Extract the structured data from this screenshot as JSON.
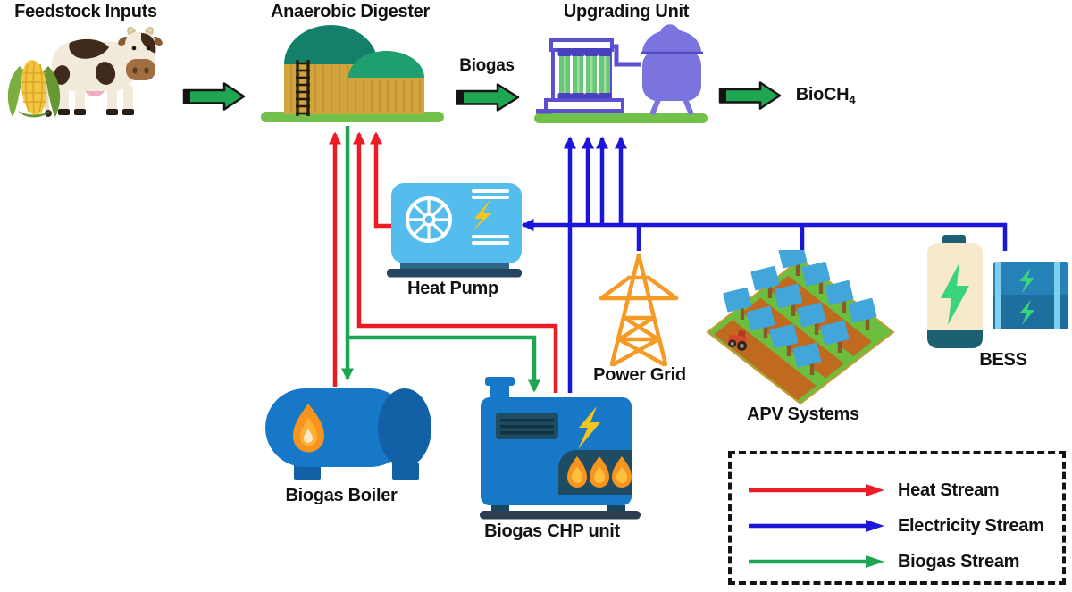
{
  "nodes": {
    "feedstock": {
      "label": "Feedstock Inputs",
      "icons": [
        "corn-icon",
        "cow-icon"
      ]
    },
    "digester": {
      "label": "Anaerobic Digester",
      "icon": "anaerobic-digester-icon"
    },
    "upgrading": {
      "label": "Upgrading Unit",
      "icon": "upgrading-unit-icon"
    },
    "heat_pump": {
      "label": "Heat Pump",
      "icon": "heat-pump-icon"
    },
    "power_grid": {
      "label": "Power Grid",
      "icon": "power-grid-icon"
    },
    "apv": {
      "label": "APV Systems",
      "icon": "apv-field-icon"
    },
    "bess": {
      "label": "BESS",
      "icon": "battery-storage-icon"
    },
    "boiler": {
      "label": "Biogas Boiler",
      "icon": "biogas-boiler-icon"
    },
    "chp": {
      "label": "Biogas CHP unit",
      "icon": "biogas-chp-icon"
    }
  },
  "flows": {
    "biogas_label": "Biogas",
    "biomethane": {
      "base": "BioCH",
      "sub": "4"
    }
  },
  "legend": {
    "items": [
      {
        "label": "Heat Stream",
        "color": "#ec1c24"
      },
      {
        "label": "Electricity Stream",
        "color": "#1c15db"
      },
      {
        "label": "Biogas Stream",
        "color": "#1fa653"
      }
    ]
  },
  "colors": {
    "heat": "#ec1c24",
    "elec": "#1c15db",
    "gas": "#1fa653"
  }
}
